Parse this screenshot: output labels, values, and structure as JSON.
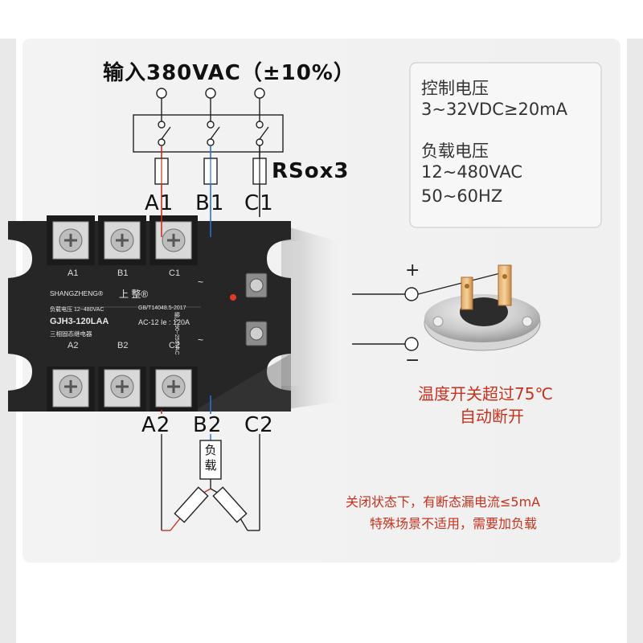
{
  "input": {
    "text": "输入380VAC（±10%）"
  },
  "fuse": {
    "label": "RSox3"
  },
  "phases_top": [
    "A1",
    "B1",
    "C1"
  ],
  "phases_bottom": [
    "A2",
    "B2",
    "C2"
  ],
  "spec_box": {
    "control_title": "控制电压",
    "control_value": "3~32VDC≥20mA",
    "load_title": "负载电压",
    "load_value1": "12~480VAC",
    "load_value2": "50~60HZ"
  },
  "relay": {
    "brand": "SHANGZHENG®",
    "brand_cn": "上 整®",
    "load_voltage": "负载电压 12~480VAC",
    "standard": "GB/T14048.5-2017",
    "model": "GJH3-120LAA",
    "rating": "AC-12 Ie : 120A",
    "type_cn": "三相固态继电器",
    "terminals_top": [
      "A1",
      "B1",
      "C1"
    ],
    "terminals_bottom": [
      "A2",
      "B2",
      "C2"
    ],
    "input_label": "输入 90~250VAC",
    "tilde_top": "~",
    "tilde_bottom": "~"
  },
  "thermostat": {
    "plus": "+",
    "minus": "−",
    "note1": "温度开关超过75℃",
    "note2": "自动断开"
  },
  "load": {
    "label": "负载"
  },
  "leakage_note": {
    "line1": "关闭状态下，有断态漏电流≤5mA",
    "line2": "特殊场景不适用，需要加负载"
  },
  "colors": {
    "wire_red": "#c8321e",
    "wire_blue": "#2a6fd0",
    "relay_body": "#262626",
    "note_red": "#c8321e"
  }
}
